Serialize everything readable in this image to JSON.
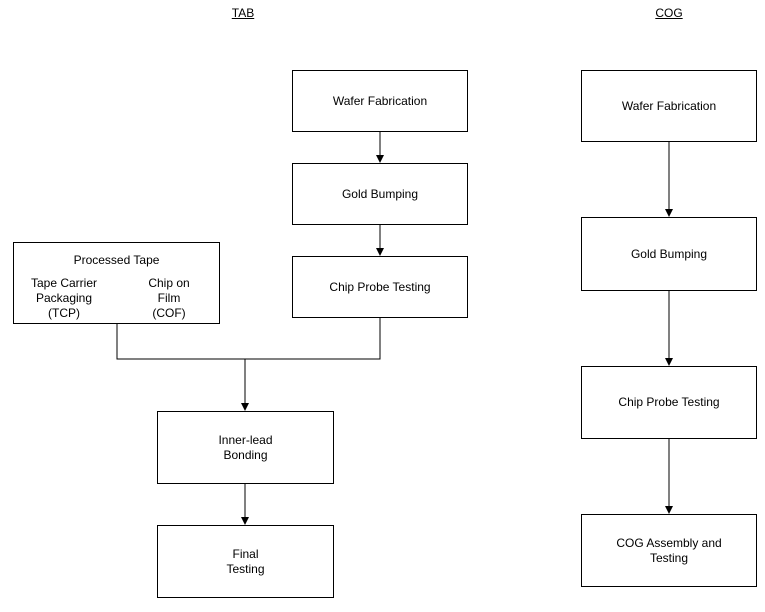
{
  "headings": {
    "tab": "TAB",
    "cog": "COG"
  },
  "tab_flow": {
    "wafer_fabrication": "Wafer Fabrication",
    "gold_bumping": "Gold Bumping",
    "chip_probe_testing": "Chip Probe Testing",
    "processed_tape": {
      "title": "Processed Tape",
      "tcp": [
        "Tape Carrier",
        "Packaging",
        "(TCP)"
      ],
      "cof": [
        "Chip on",
        "Film",
        "(COF)"
      ]
    },
    "inner_lead_bonding": [
      "Inner-lead",
      "Bonding"
    ],
    "final_testing": [
      "Final",
      "Testing"
    ]
  },
  "cog_flow": {
    "wafer_fabrication": "Wafer Fabrication",
    "gold_bumping": "Gold Bumping",
    "chip_probe_testing": "Chip Probe Testing",
    "cog_assembly": [
      "COG Assembly and",
      "Testing"
    ]
  },
  "colors": {
    "line": "#000000",
    "box_fill": "#ffffff",
    "text": "#000000"
  }
}
